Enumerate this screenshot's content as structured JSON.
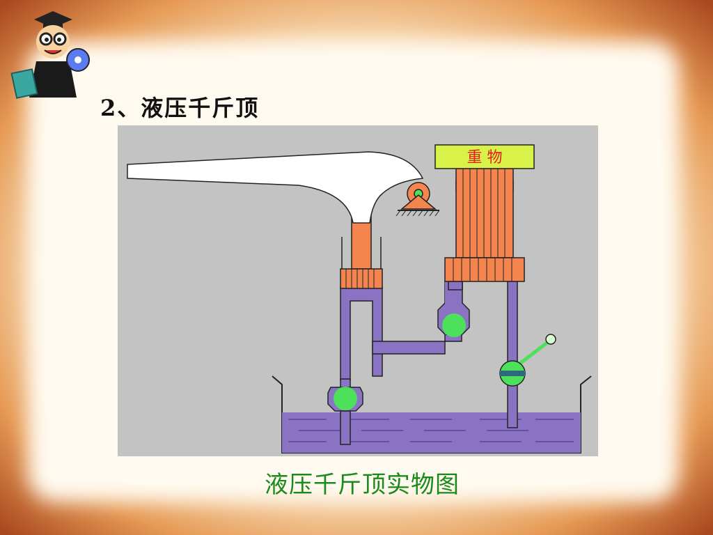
{
  "slide": {
    "title": "2、液压千斤顶",
    "caption": "液压千斤顶实物图"
  },
  "diagram": {
    "load_label": "重 物",
    "colors": {
      "panel": "#c3c3c3",
      "oil": "#8a73c2",
      "piston": "#f4854e",
      "load_box": "#d9f24a",
      "ball": "#4de05a",
      "lever": "#ffffff",
      "load_text": "#e02020"
    }
  },
  "icons": {
    "mascot": "cartoon-scholar-icon",
    "disc": "cd-disc-icon"
  }
}
